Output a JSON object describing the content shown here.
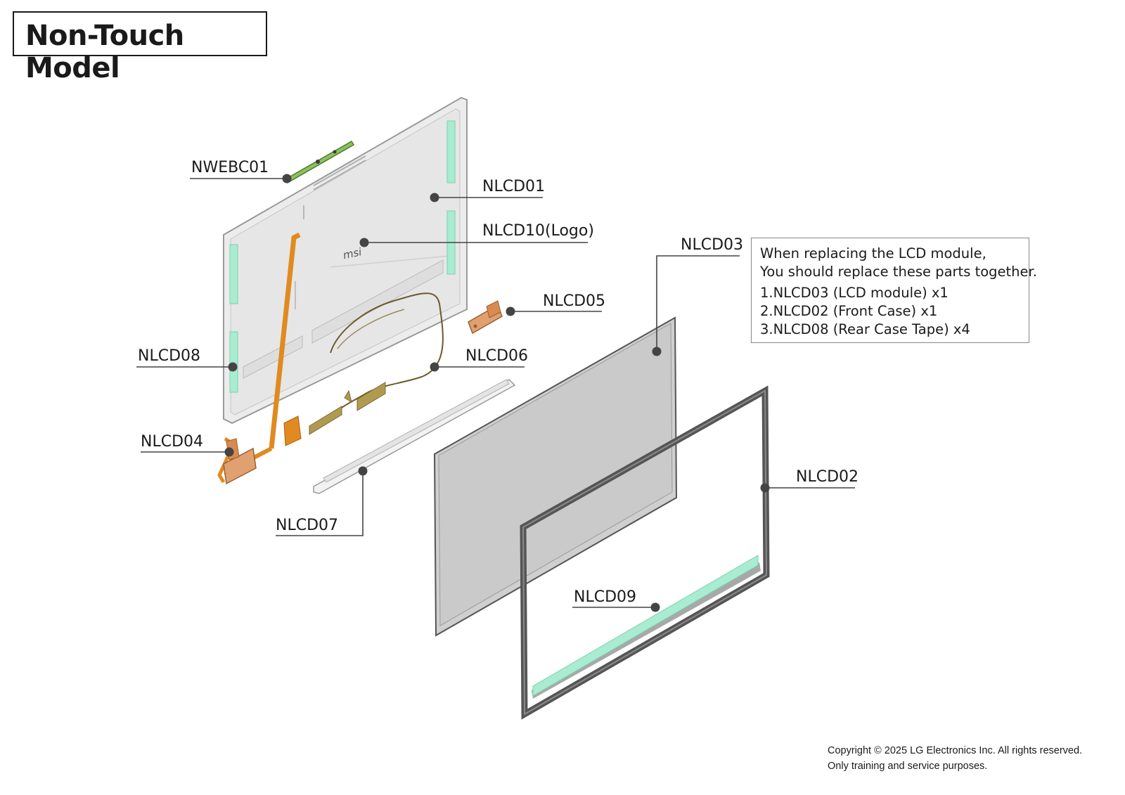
{
  "title": "Non-Touch Model",
  "parts": {
    "nwebc01": "NWEBC01",
    "nlcd01": "NLCD01",
    "nlcd10": "NLCD10(Logo)",
    "nlcd03": "NLCD03",
    "nlcd05": "NLCD05",
    "nlcd08": "NLCD08",
    "nlcd06": "NLCD06",
    "nlcd04": "NLCD04",
    "nlcd02": "NLCD02",
    "nlcd07": "NLCD07",
    "nlcd09": "NLCD09"
  },
  "logo_text": "msi",
  "note": {
    "line1": "When replacing the LCD module,",
    "line2": "You should replace these parts together.",
    "items": [
      "1.NLCD03 (LCD module) x1",
      "2.NLCD02 (Front Case) x1",
      "3.NLCD08 (Rear Case Tape) x4"
    ]
  },
  "copyright": {
    "line1": "Copyright © 2025 LG Electronics Inc. All rights reserved.",
    "line2": "Only training and service purposes."
  },
  "colors": {
    "rear_case": "#ececec",
    "tape": "#a8ecd2",
    "lcd_panel": "#cfcfcf",
    "bezel": "#555555",
    "flex_cable": "#e08a20",
    "hinge": "#e0a070",
    "webcam_board": "#8cc060",
    "callout_dot": "#444444"
  }
}
